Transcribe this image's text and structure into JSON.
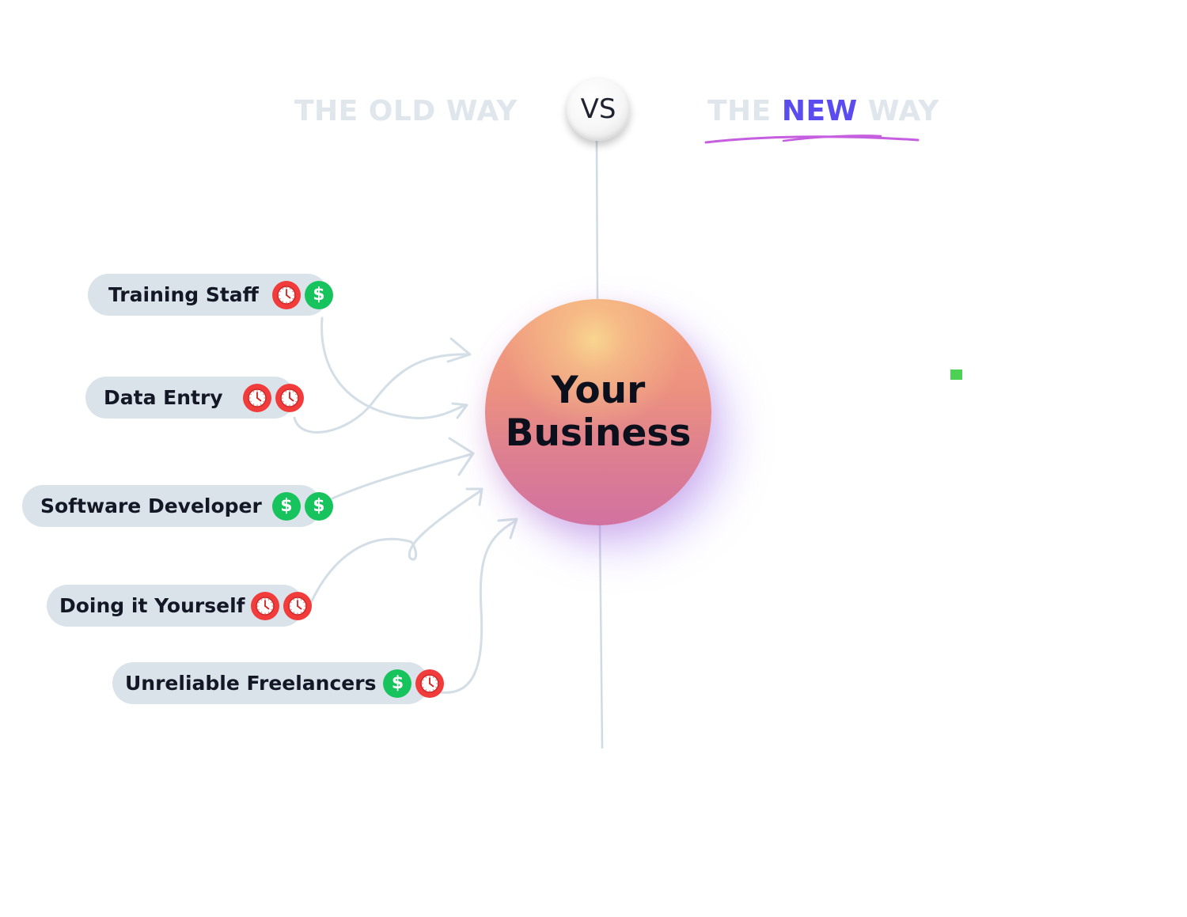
{
  "old_way": {
    "label": "THE OLD WAY"
  },
  "new_way": {
    "prefix": "THE ",
    "accent": "NEW",
    "suffix": " WAY"
  },
  "vs_label": "VS",
  "center": {
    "line1": "Your",
    "line2": "Business"
  },
  "items": [
    {
      "label": "Training Staff",
      "badges": [
        "clock",
        "money"
      ]
    },
    {
      "label": "Data Entry",
      "badges": [
        "clock",
        "clock"
      ]
    },
    {
      "label": "Software Developer",
      "badges": [
        "money",
        "money"
      ]
    },
    {
      "label": "Doing it Yourself",
      "badges": [
        "clock",
        "clock"
      ]
    },
    {
      "label": "Unreliable Freelancers",
      "badges": [
        "money",
        "clock"
      ]
    }
  ],
  "badge_glyphs": {
    "money": "$"
  },
  "colors": {
    "accent": "#5b4cf0",
    "underline": "#c65ee0",
    "heading_muted": "#dfe6ec",
    "pill": "#dae3ea",
    "money_badge": "#17c35d",
    "clock_badge": "#f23b3b",
    "green_dot": "#4cd154"
  },
  "icons": {
    "money": "dollar-icon",
    "clock": "clock-icon"
  }
}
